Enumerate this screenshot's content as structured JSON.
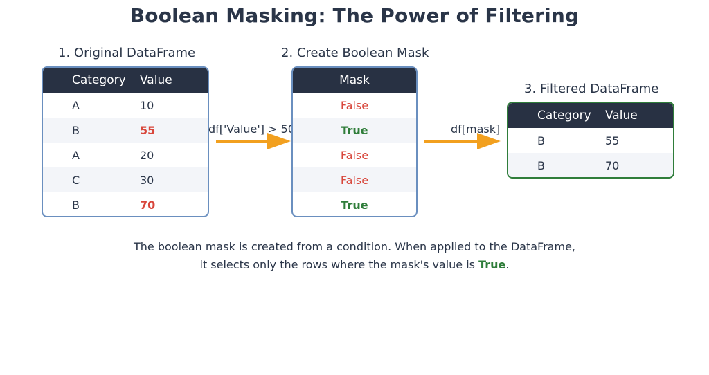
{
  "title": "Boolean Masking: The Power of Filtering",
  "original": {
    "label": "1. Original DataFrame",
    "headers": [
      "Category",
      "Value"
    ],
    "rows": [
      {
        "category": "A",
        "value": "10"
      },
      {
        "category": "B",
        "value": "55"
      },
      {
        "category": "A",
        "value": "20"
      },
      {
        "category": "C",
        "value": "30"
      },
      {
        "category": "B",
        "value": "70"
      }
    ]
  },
  "mask": {
    "label": "2. Create Boolean Mask",
    "header": "Mask",
    "rows": [
      "False",
      "True",
      "False",
      "False",
      "True"
    ]
  },
  "filtered": {
    "label": "3. Filtered DataFrame",
    "headers": [
      "Category",
      "Value"
    ],
    "rows": [
      {
        "category": "B",
        "value": "55"
      },
      {
        "category": "B",
        "value": "70"
      }
    ]
  },
  "operations": {
    "condition": "df['Value'] > 50",
    "apply": "df[mask]"
  },
  "caption": {
    "line1": "The boolean mask is created from a condition. When applied to the DataFrame,",
    "line2_prefix": "it selects only the rows where the mask's value is ",
    "line2_highlight": "True",
    "line2_suffix": "."
  },
  "colors": {
    "header_bg": "#283143",
    "true": "#2f7d3a",
    "false": "#d8463b",
    "arrow": "#f2a01f"
  }
}
